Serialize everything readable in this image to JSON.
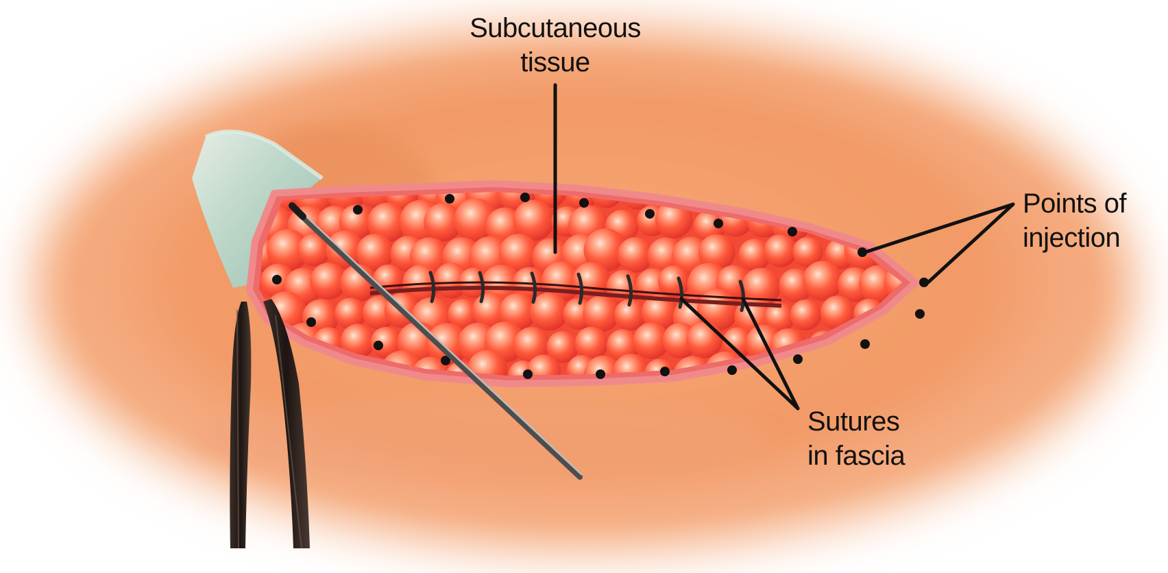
{
  "labels": {
    "subcutaneous_tissue": {
      "line1": "Subcutaneous",
      "line2": "tissue"
    },
    "points_of_injection": {
      "line1": "Points of",
      "line2": "injection"
    },
    "sutures_in_fascia": {
      "line1": "Sutures",
      "line2": "in fascia"
    }
  },
  "colors": {
    "skin": "#f5a06c",
    "skin_shadow": "#e6834f",
    "wound_rim": "#e85a5a",
    "fat_lobule": "#ff6a4a",
    "fat_highlight": "#ffd6c4",
    "suture": "#2a2a2a",
    "injection_point": "#111111",
    "retractor": "#b9e0d8",
    "forceps": "#2b211d",
    "needle": "#6f6f6f"
  }
}
